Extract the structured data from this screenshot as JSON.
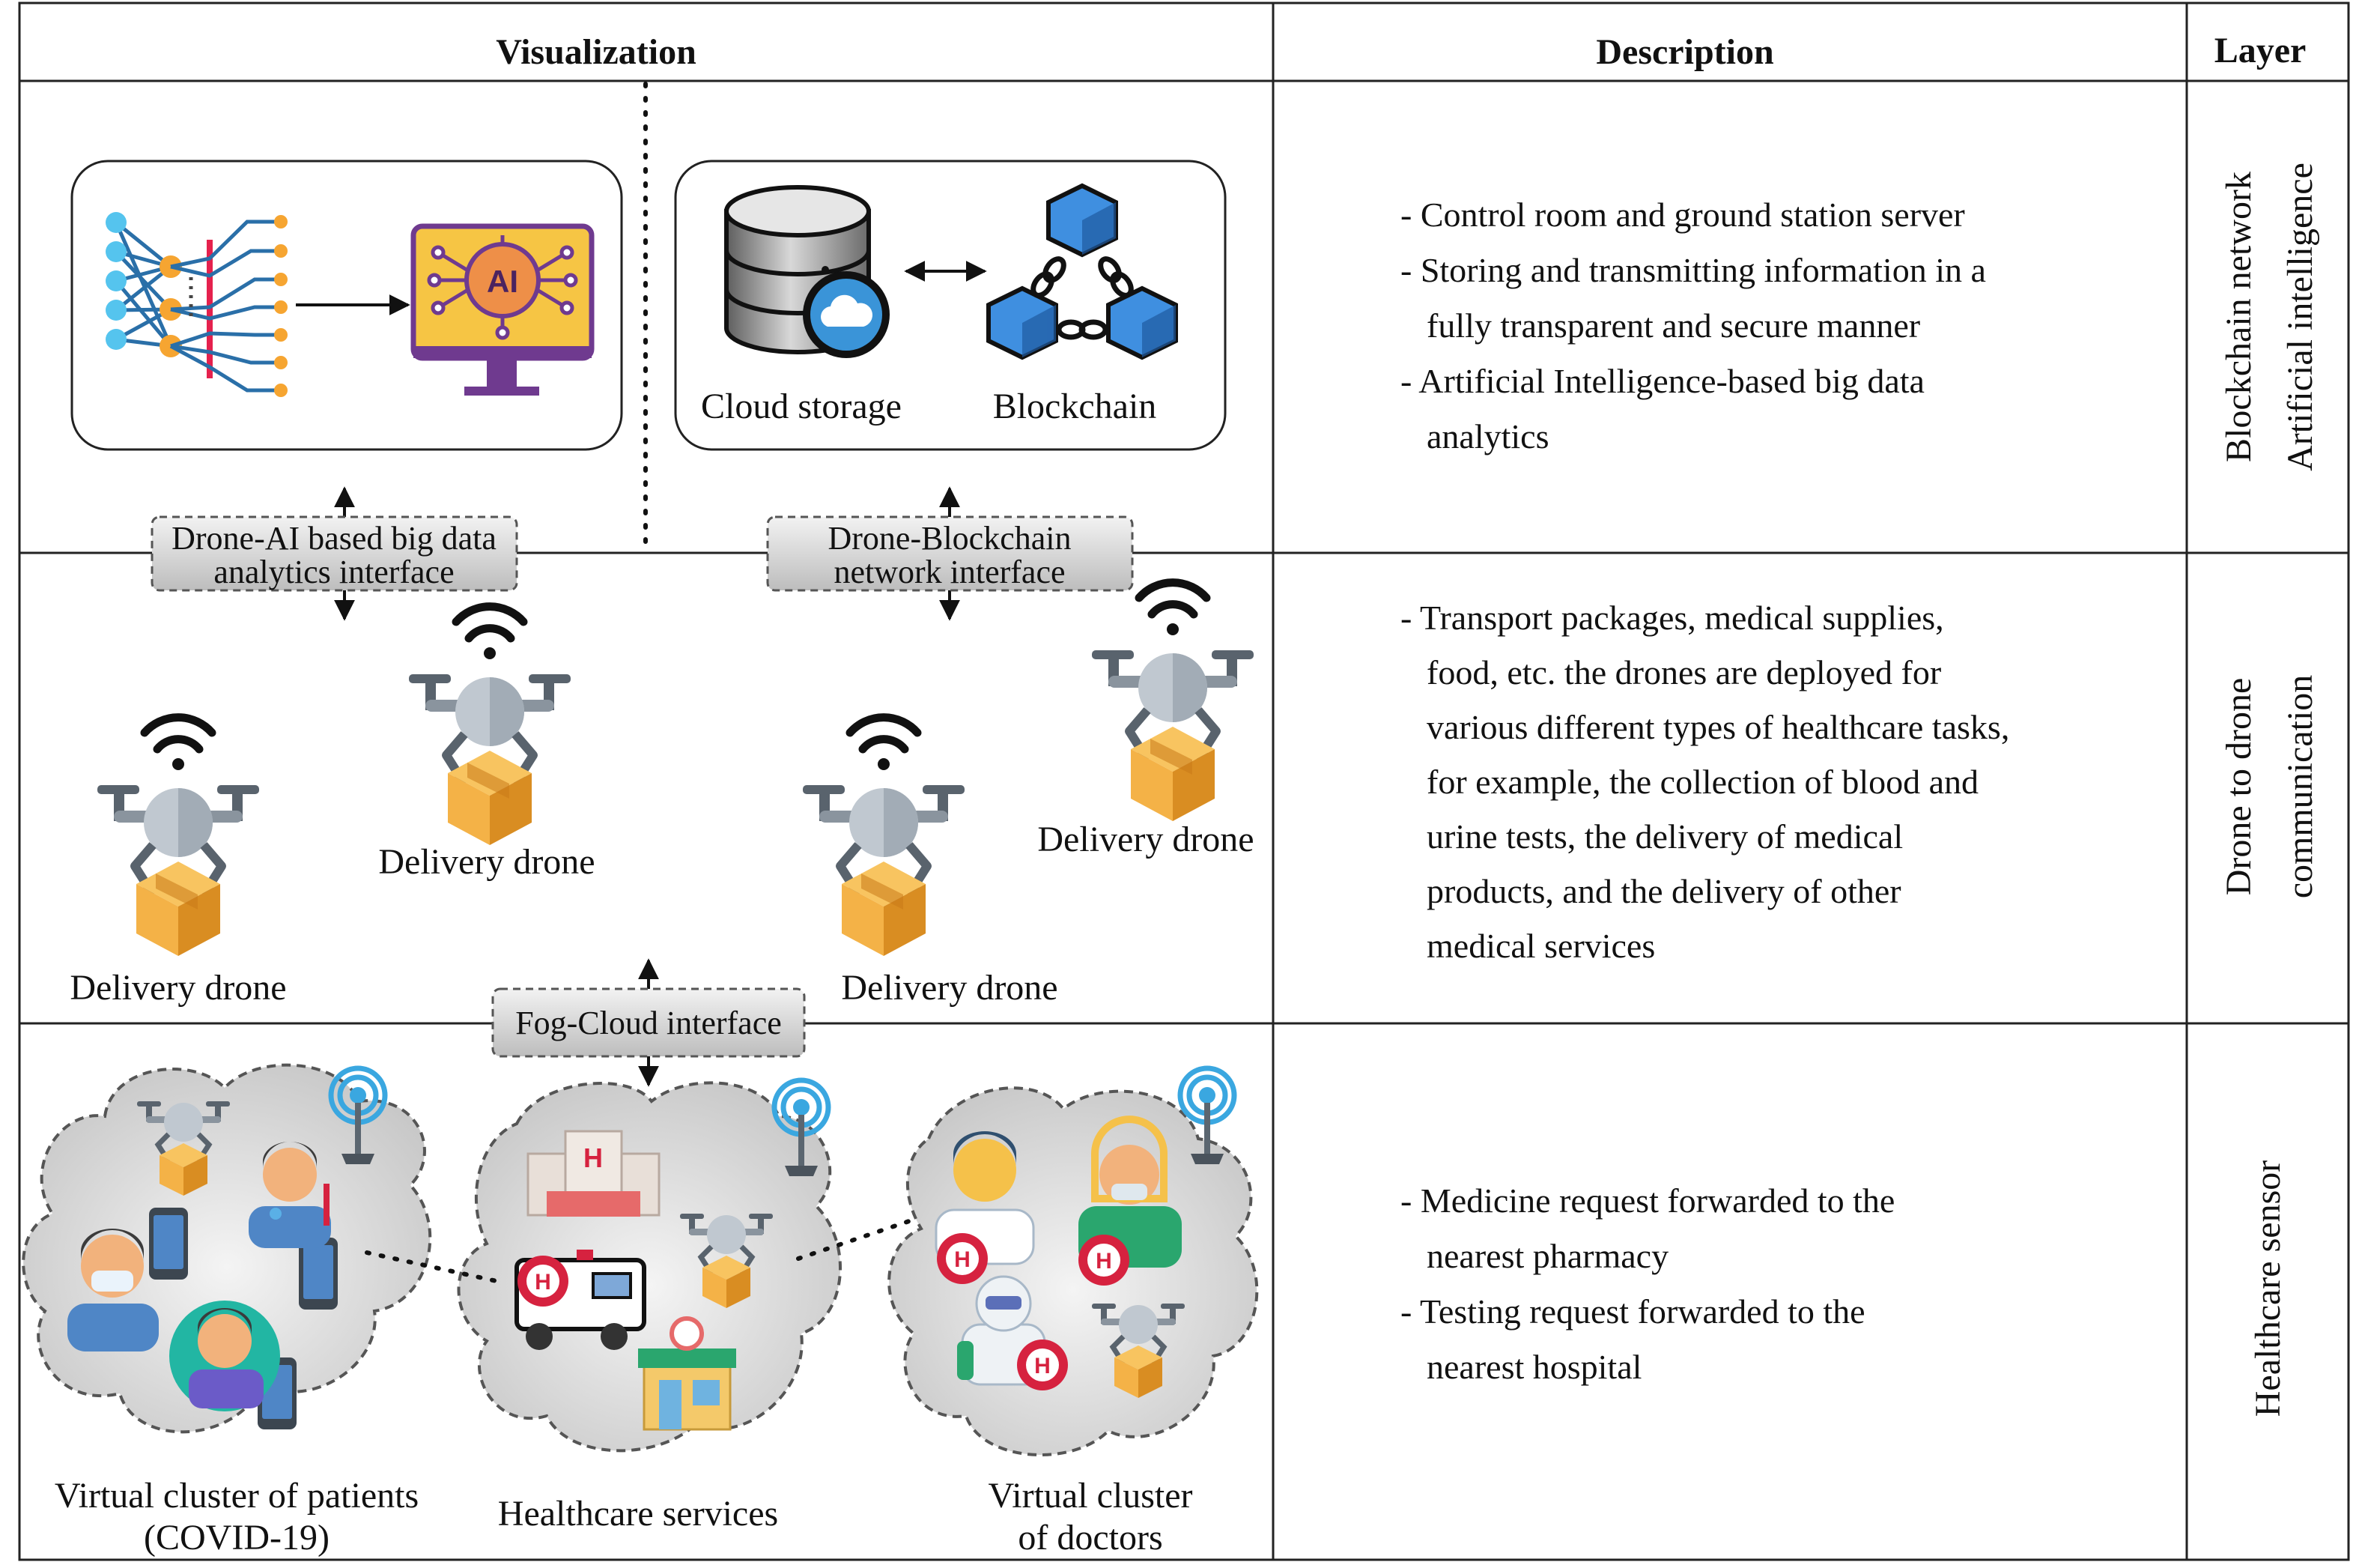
{
  "headers": {
    "visualization": "Visualization",
    "description": "Description",
    "layer": "Layer"
  },
  "layers": {
    "top": [
      "Blockchain network",
      "Artificial intelligence"
    ],
    "middle": [
      "Drone to drone",
      "communication"
    ],
    "bottom": [
      "Healthcare sensor"
    ]
  },
  "top_row": {
    "cloud_storage": "Cloud storage",
    "blockchain": "Blockchain",
    "ai_badge": "AI"
  },
  "interfaces": {
    "ai": [
      "Drone-AI based big data",
      "analytics interface"
    ],
    "blockchain": [
      "Drone-Blockchain",
      "network interface"
    ],
    "fog": [
      "Fog-Cloud interface"
    ]
  },
  "drones": {
    "d1": "Delivery drone",
    "d2": "Delivery drone",
    "d3": "Delivery drone",
    "d4": "Delivery drone"
  },
  "clusters": {
    "patients": [
      "Virtual cluster of patients",
      "(COVID-19)"
    ],
    "services": [
      "Healthcare services"
    ],
    "doctors": [
      "Virtual cluster",
      "of doctors"
    ],
    "hospital_badge": "H"
  },
  "descriptions": {
    "top": [
      "- Control room and ground station server",
      "- Storing and transmitting information in a",
      "fully transparent and secure manner",
      "- Artificial Intelligence-based big data",
      "analytics"
    ],
    "middle": [
      "- Transport packages, medical supplies,",
      "food, etc. the drones are deployed for",
      "various different types of healthcare tasks,",
      "for example, the collection of blood and",
      "urine tests, the delivery of medical",
      "products, and the delivery of other",
      "medical services"
    ],
    "bottom": [
      "- Medicine request forwarded to the",
      "nearest pharmacy",
      "- Testing request forwarded to the",
      "nearest hospital"
    ]
  },
  "colors": {
    "grid": "#222222",
    "drone_body": "#a9b3be",
    "drone_dark": "#59636d",
    "box": "#f4b247",
    "box_dark": "#d98d22",
    "cloud_fill": "#d9d9d9",
    "ai_purple": "#6f3a8f",
    "ai_yellow": "#f6c544",
    "chain_blue": "#3f8fe0",
    "wifi_blue": "#3aa7e0",
    "red_badge": "#d6223f"
  }
}
